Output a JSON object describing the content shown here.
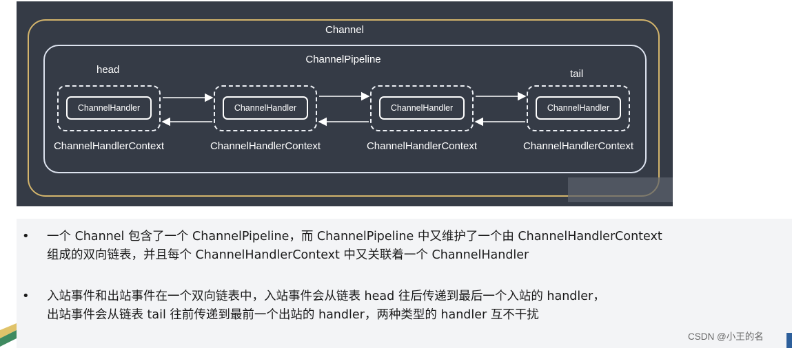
{
  "diagram": {
    "channel_label": "Channel",
    "pipeline_label": "ChannelPipeline",
    "head_label": "head",
    "tail_label": "tail",
    "nodes": [
      {
        "handler": "ChannelHandler",
        "context": "ChannelHandlerContext"
      },
      {
        "handler": "ChannelHandler",
        "context": "ChannelHandlerContext"
      },
      {
        "handler": "ChannelHandler",
        "context": "ChannelHandlerContext"
      },
      {
        "handler": "ChannelHandler",
        "context": "ChannelHandlerContext"
      }
    ]
  },
  "bullets": [
    {
      "marker": "•",
      "lines": [
        "一个 Channel 包含了一个 ChannelPipeline，而 ChannelPipeline 中又维护了一个由 ChannelHandlerContext",
        "组成的双向链表，并且每个 ChannelHandlerContext 中又关联着一个 ChannelHandler"
      ]
    },
    {
      "marker": "•",
      "lines": [
        "入站事件和出站事件在一个双向链表中，入站事件会从链表 head 往后传递到最后一个入站的 handler，",
        "出站事件会从链表 tail 往前传递到最前一个出站的 handler，两种类型的 handler 互不干扰"
      ]
    }
  ],
  "watermark": "CSDN @小王的名",
  "colors": {
    "panel_bg": "#353b46",
    "channel_border": "#d4b56c",
    "pipeline_border": "#dde3ef",
    "text_bg": "#f3f4f6"
  }
}
